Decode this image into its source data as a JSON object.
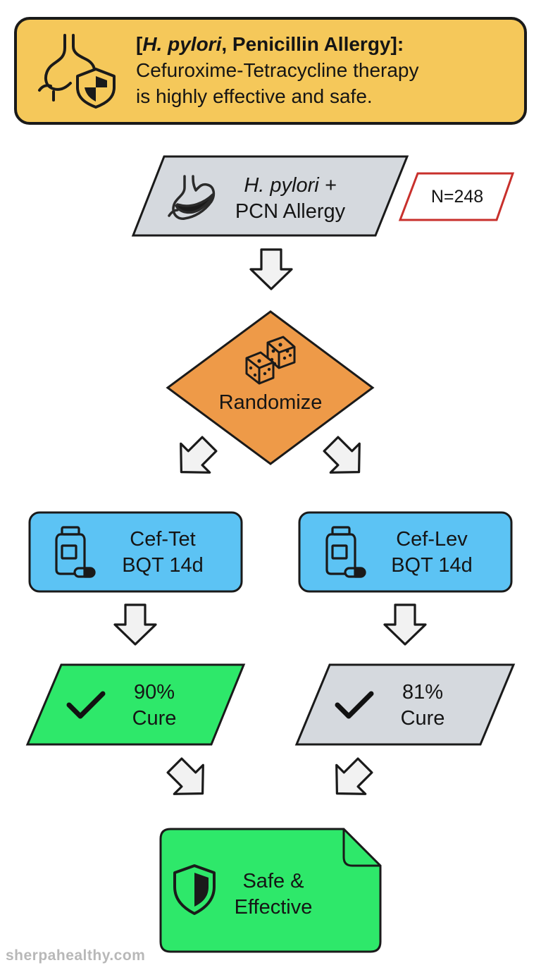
{
  "banner": {
    "title_open": "[",
    "title_italic": "H. pylori",
    "title_rest": ", Penicillin Allergy]:",
    "line2": "Cefuroxime-Tetracycline therapy",
    "line3": "is highly effective and safe.",
    "icon": "stomach-shield-icon"
  },
  "population": {
    "line1": "H. pylori +",
    "line2": "PCN Allergy",
    "icon": "stomach-icon",
    "count_label": "N=248"
  },
  "randomize": {
    "label": "Randomize",
    "icon": "dice-icon"
  },
  "arms": [
    {
      "line1": "Cef-Tet",
      "line2": "BQT 14d",
      "icon": "pill-bottle-icon"
    },
    {
      "line1": "Cef-Lev",
      "line2": "BQT 14d",
      "icon": "pill-bottle-icon"
    }
  ],
  "outcomes": [
    {
      "line1": "90%",
      "line2": "Cure",
      "icon": "checkmark-icon"
    },
    {
      "line1": "81%",
      "line2": "Cure",
      "icon": "checkmark-icon"
    }
  ],
  "conclusion": {
    "line1": "Safe &",
    "line2": "Effective",
    "icon": "shield-icon"
  },
  "watermark": "sherpahealthy.com",
  "colors": {
    "banner_fill": "#f5c85a",
    "gray_fill": "#d5d9de",
    "orange_fill": "#ee9a48",
    "blue_fill": "#5cc3f4",
    "green_fill": "#2ee86a",
    "red_outline": "#c8302c",
    "arrow_fill": "#f2f2f2"
  }
}
